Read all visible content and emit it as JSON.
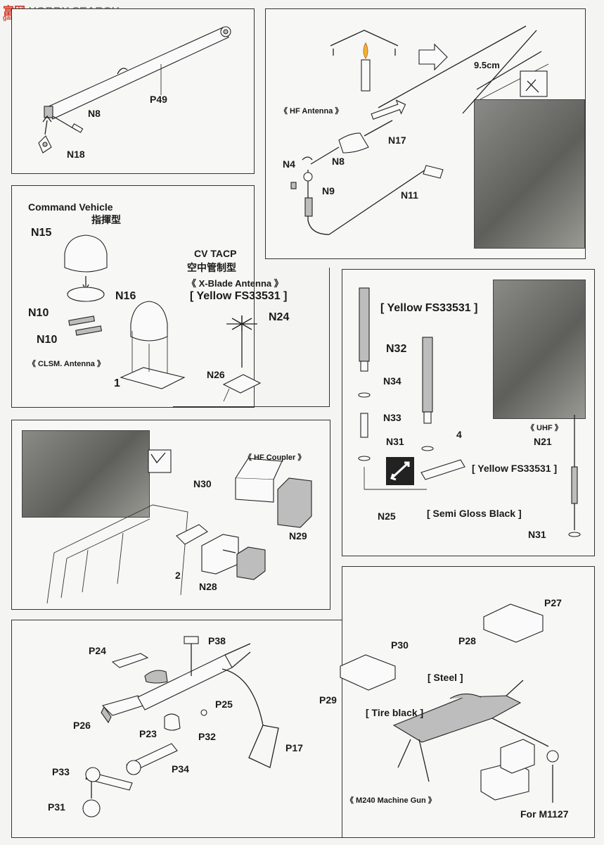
{
  "watermark": {
    "brand_cn": "富",
    "brand_cn2": "网",
    "search": "SEARCH",
    "hobby": "HOBBY",
    "url": "gan-shou.com"
  },
  "panel1": {
    "part_main": "P49",
    "part_pin": "N8",
    "part_bracket": "N18"
  },
  "panel2": {
    "title": "《 HF Antenna 》",
    "length": "9.5cm",
    "parts": {
      "n17": "N17",
      "n8": "N8",
      "n4": "N4",
      "n9": "N9",
      "n11": "N11"
    }
  },
  "panel3": {
    "title_en": "Command Vehicle",
    "title_cn": "指揮型",
    "parts": {
      "n15": "N15",
      "n16": "N16",
      "n10a": "N10",
      "n10b": "N10",
      "step": "1"
    },
    "clsm": "《 CLSM. Antenna 》",
    "cv_tacp": "CV TACP",
    "cv_tacp_cn": "空中管制型",
    "xblade": "《 X-Blade Antenna 》",
    "xblade_color": "[ Yellow  FS33531 ]",
    "n24": "N24",
    "n26": "N26"
  },
  "panel4": {
    "color_top": "[ Yellow  FS33531 ]",
    "parts": {
      "n32": "N32",
      "n34": "N34",
      "n33": "N33",
      "n31": "N31",
      "step": "4",
      "n25": "N25"
    },
    "uhf": "《 UHF 》",
    "n21": "N21",
    "uhf_color": "[ Yellow  FS33531 ]",
    "semi": "[ Semi  Gloss  Black ]",
    "n31b": "N31"
  },
  "panel5": {
    "title": "《 HF Coupler 》",
    "parts": {
      "n30": "N30",
      "n29": "N29",
      "step": "2",
      "n28": "N28"
    }
  },
  "panel6": {
    "parts": {
      "p24": "P24",
      "p38": "P38",
      "p25": "P25",
      "p26": "P26",
      "p23": "P23",
      "p32": "P32",
      "p17": "P17",
      "p34": "P34",
      "p33": "P33",
      "p31": "P31"
    }
  },
  "panel7": {
    "parts": {
      "p27": "P27",
      "p28": "P28",
      "p30": "P30",
      "p29": "P29"
    },
    "steel": "[ Steel ]",
    "tire": "[ Tire black ]",
    "gun": "《 M240 Machine Gun 》",
    "for": "For M1127"
  }
}
